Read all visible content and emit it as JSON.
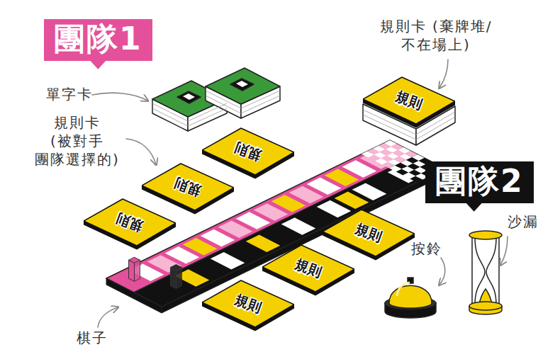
{
  "diagram": {
    "nodes": [
      {
        "text": [
          "團隊1"
        ]
      },
      {
        "text": [
          "規則"
        ]
      },
      {
        "text": [
          "規則"
        ]
      },
      {
        "text": [
          "規則"
        ]
      },
      {
        "text": [
          "規則"
        ]
      },
      {
        "text": [
          "團隊2"
        ]
      },
      {
        "text": [
          "規則"
        ]
      },
      {
        "text": [
          "規則"
        ]
      },
      {
        "text": [
          "規則"
        ]
      }
    ],
    "labels": [
      "規則卡 (棄牌堆/不在場上)",
      "單字卡",
      "規則卡 (被對手 團隊選擇的)",
      "沙漏",
      "按鈴",
      "棋子"
    ]
  }
}
